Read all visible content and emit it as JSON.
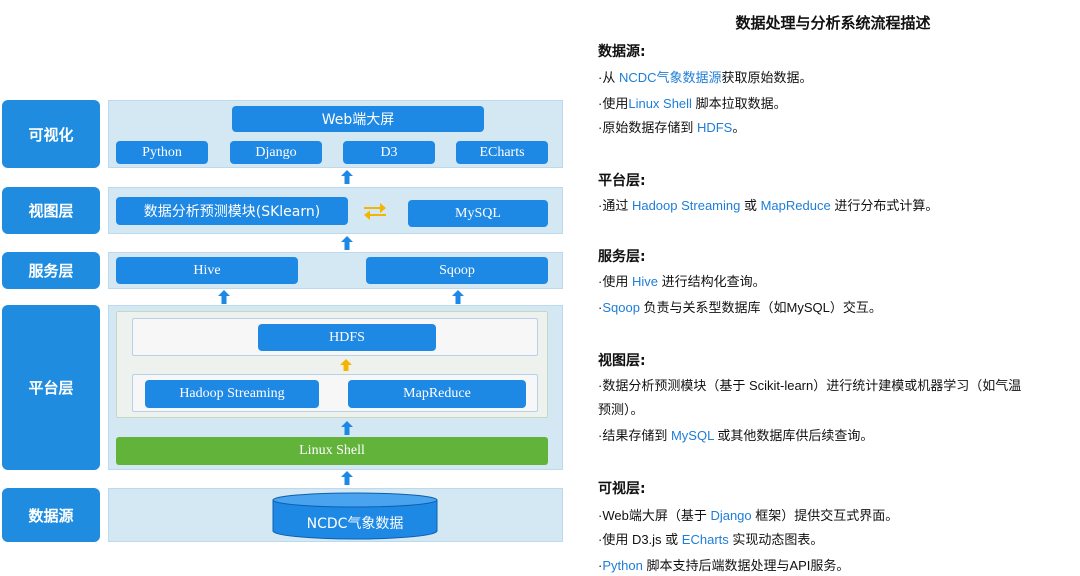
{
  "diagram": {
    "layers": [
      {
        "id": "visual",
        "label": "可视化"
      },
      {
        "id": "view",
        "label": "视图层"
      },
      {
        "id": "service",
        "label": "服务层"
      },
      {
        "id": "platform",
        "label": "平台层"
      },
      {
        "id": "source",
        "label": "数据源"
      }
    ],
    "visual": {
      "screen": "Web端大屏",
      "tools": [
        "Python",
        "Django",
        "D3",
        "ECharts"
      ]
    },
    "view": {
      "module": "数据分析预测模块(SKlearn)",
      "db": "MySQL"
    },
    "service": {
      "hive": "Hive",
      "sqoop": "Sqoop"
    },
    "platform": {
      "hdfs": "HDFS",
      "streaming": "Hadoop Streaming",
      "mapreduce": "MapReduce",
      "shell": "Linux Shell"
    },
    "source": {
      "db": "NCDC气象数据"
    },
    "colors": {
      "label": "#1f8ce0",
      "box": "#1e88e5",
      "panel": "#d4e8f4",
      "green": "#62b33a",
      "arrow_blue": "#1e88e5",
      "arrow_orange": "#f5b400"
    }
  },
  "description": {
    "title": "数据处理与分析系统流程描述",
    "sections": [
      {
        "heading": "数据源:",
        "lines": [
          [
            {
              "t": "·从 "
            },
            {
              "t": "NCDC气象数据源",
              "k": 1
            },
            {
              "t": "获取原始数据。"
            }
          ],
          [
            {
              "t": "·使用"
            },
            {
              "t": "Linux Shell",
              "k": 1
            },
            {
              "t": " 脚本拉取数据。"
            }
          ],
          [
            {
              "t": "·原始数据存储到 "
            },
            {
              "t": "HDFS",
              "k": 1
            },
            {
              "t": "。"
            }
          ]
        ]
      },
      {
        "heading": "平台层:",
        "lines": [
          [
            {
              "t": "·通过 "
            },
            {
              "t": "Hadoop Streaming",
              "k": 1
            },
            {
              "t": " 或 "
            },
            {
              "t": "MapReduce",
              "k": 1
            },
            {
              "t": " 进行分布式计算。"
            }
          ]
        ]
      },
      {
        "heading": "服务层:",
        "lines": [
          [
            {
              "t": "·使用 "
            },
            {
              "t": "Hive",
              "k": 1
            },
            {
              "t": " 进行结构化查询。"
            }
          ],
          [
            {
              "t": "·"
            },
            {
              "t": "Sqoop",
              "k": 1
            },
            {
              "t": " 负责与关系型数据库（如MySQL）交互。"
            }
          ]
        ]
      },
      {
        "heading": "视图层:",
        "lines": [
          [
            {
              "t": "·数据分析预测模块（基于 Scikit-learn）进行统计建模或机器学习（如气温"
            }
          ],
          [
            {
              "t": "预测）。"
            }
          ],
          [
            {
              "t": "·结果存储到 "
            },
            {
              "t": "MySQL",
              "k": 1
            },
            {
              "t": " 或其他数据库供后续查询。"
            }
          ]
        ]
      },
      {
        "heading": "可视层:",
        "lines": [
          [
            {
              "t": "·Web端大屏（基于 "
            },
            {
              "t": "Django",
              "k": 1
            },
            {
              "t": " 框架）提供交互式界面。"
            }
          ],
          [
            {
              "t": "·使用 D3.js 或 "
            },
            {
              "t": "ECharts",
              "k": 1
            },
            {
              "t": " 实现动态图表。"
            }
          ],
          [
            {
              "t": "·"
            },
            {
              "t": "Python",
              "k": 1
            },
            {
              "t": " 脚本支持后端数据处理与API服务。"
            }
          ]
        ]
      }
    ]
  }
}
